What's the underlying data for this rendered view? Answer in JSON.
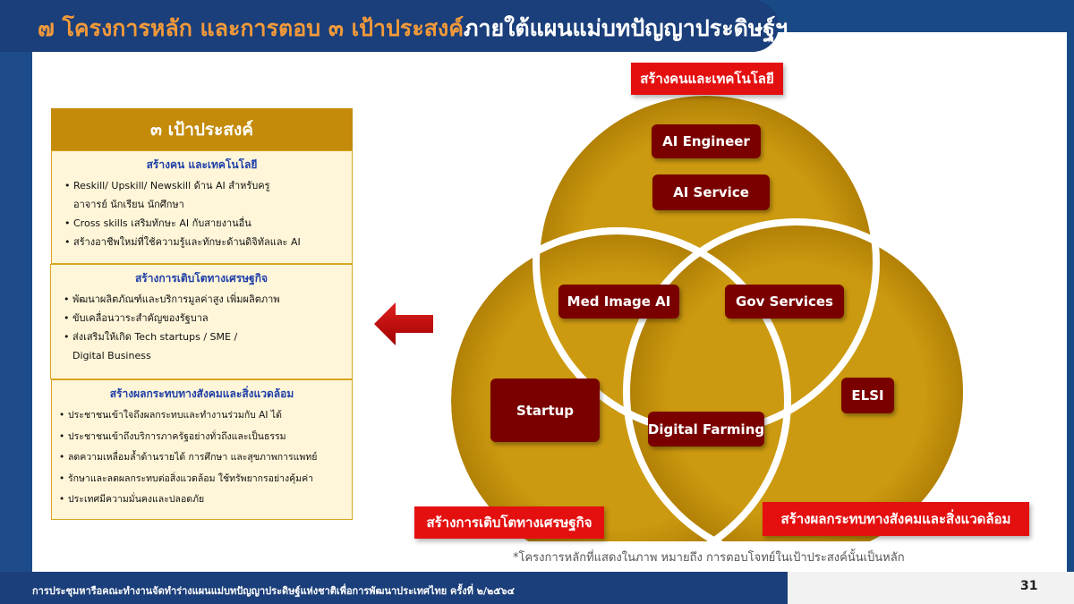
{
  "title": {
    "orange_part": "๗ โครงการหลัก และการตอบ ๓ เป้าประสงค์",
    "white_part": "ภายใต้แผนแม่บทปัญญาประดิษฐ์ฯ"
  },
  "objectives": {
    "header": "๓ เป้าประสงค์",
    "groups": [
      {
        "title": "สร้างคน และเทคโนโลยี",
        "items": [
          "Reskill/ Upskill/ Newskill ด้าน AI สำหรับครู",
          "อาจารย์ นักเรียน นักศึกษา",
          "Cross skills เสริมทักษะ AI กับสายงานอื่น",
          "สร้างอาชีพใหม่ที่ใช้ความรู้และทักษะด้านดิจิทัลและ AI"
        ]
      },
      {
        "title": "สร้างการเติบโตทางเศรษฐกิจ",
        "items": [
          "พัฒนาผลิตภัณฑ์และบริการมูลค่าสูง เพิ่มผลิตภาพ",
          "ขับเคลื่อนวาระสำคัญของรัฐบาล",
          "ส่งเสริมให้เกิด Tech startups / SME /",
          "Digital Business"
        ]
      },
      {
        "title": "สร้างผลกระทบทางสังคมและสิ่งแวดล้อม",
        "items": [
          "ประชาชนเข้าใจถึงผลกระทบและทำงานร่วมกับ AI ได้",
          "ประชาชนเข้าถึงบริการภาครัฐอย่างทั่วถึงและเป็นธรรม",
          "ลดความเหลื่อมล้ำด้านรายได้ การศึกษา และสุขภาพการแพทย์",
          "รักษาและลดผลกระทบต่อสิ่งแวดล้อม ใช้ทรัพยากรอย่างคุ้มค่า",
          "ประเทศมีความมั่นคงและปลอดภัย"
        ]
      }
    ]
  },
  "venn": {
    "labels": {
      "top": "สร้างคนและเทคโนโลยี",
      "bottom_left": "สร้างการเติบโตทางเศรษฐกิจ",
      "bottom_right": "สร้างผลกระทบทางสังคมและสิ่งแวดล้อม"
    },
    "projects": {
      "ai_engineer": "AI Engineer",
      "ai_service": "AI Service",
      "med_image_ai": "Med Image AI",
      "gov_services": "Gov Services",
      "startup": "Startup",
      "digital_farming": "Digital Farming",
      "elsi": "ELSI"
    },
    "circle_color": "#c9960e"
  },
  "note": "*โครงการหลักที่แสดงในภาพ หมายถึง การตอบโจทย์ในเป้าประสงค์นั้นเป็นหลัก",
  "footer": "การประชุมหารือคณะทำงานจัดทำร่างแผนแม่บทปัญญาประดิษฐ์แห่งชาติเพื่อการพัฒนาประเทศไทย ครั้งที่ ๒/๒๕๖๔",
  "page_number": "31"
}
